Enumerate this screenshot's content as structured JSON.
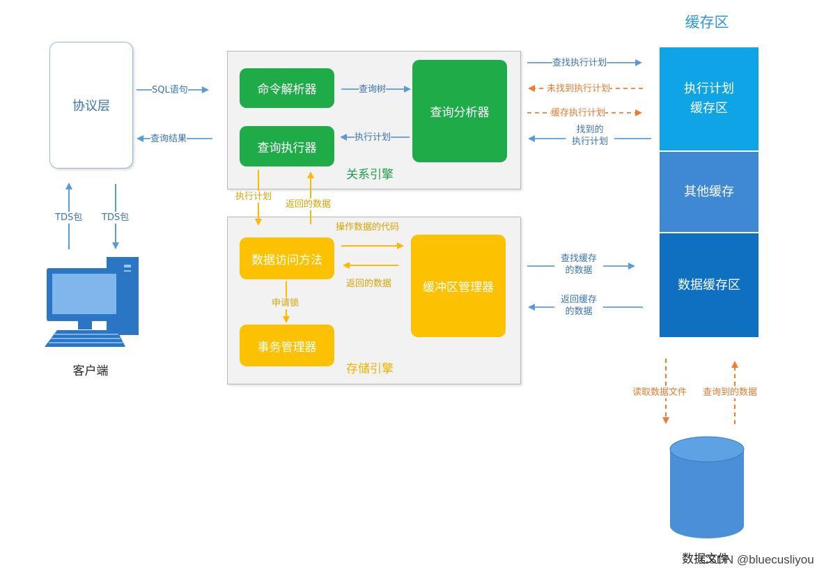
{
  "cache_area": {
    "title": "缓存区",
    "blocks": [
      "执行计划\n缓存区",
      "其他缓存",
      "数据缓存区"
    ]
  },
  "protocol_layer": "协议层",
  "client": "客户端",
  "relational_engine": {
    "label": "关系引擎",
    "command_parser": "命令解析器",
    "query_executor": "查询执行器",
    "query_analyzer": "查询分析器"
  },
  "storage_engine": {
    "label": "存储引擎",
    "data_access": "数据访问方法",
    "transaction_manager": "事务管理器",
    "buffer_manager": "缓冲区管理器"
  },
  "data_file": "数据文件",
  "edges": {
    "sql_statement": "SQL语句",
    "query_result": "查询结果",
    "tds_up": "TDS包",
    "tds_down": "TDS包",
    "query_tree": "查询树",
    "exec_plan_internal": "执行计划",
    "find_plan": "查找执行计划",
    "plan_not_found": "未找到执行计划",
    "cache_plan": "缓存执行计划",
    "found_plan": "找到的\n执行计划",
    "exec_plan_down": "执行计划",
    "returned_data_up": "返回的数据",
    "op_code": "操作数据的代码",
    "returned_data": "返回的数据",
    "request_lock": "申请锁",
    "find_cache": "查找缓存\n的数据",
    "return_cache": "返回缓存\n的数据",
    "read_file": "读取数据文件",
    "queried_data": "查询到的数据"
  },
  "watermark": "CSDN @bluecusliyou",
  "colors": {
    "green": "#1fab48",
    "yellow": "#fcc100",
    "blue_line": "#5b9bd5",
    "orange_line": "#ed7d31",
    "cache_top": "#0fa4e6",
    "cache_mid": "#3f88d3",
    "cache_bottom": "#0f6fc1"
  }
}
